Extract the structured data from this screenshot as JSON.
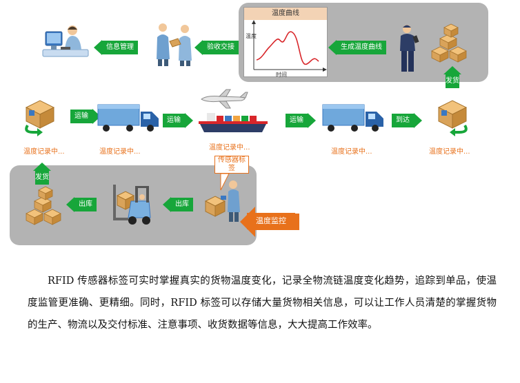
{
  "top_chain": {
    "info_mgmt": "信息管理",
    "accept": "验收交接",
    "gen_curve": "生成温度曲线",
    "ship_up": "发货"
  },
  "chart": {
    "title": "温度曲线",
    "y_label": "温度",
    "x_label": "时间"
  },
  "mid_chain": {
    "transport1": "运输",
    "transport2": "运输",
    "transport3": "运输",
    "arrive": "到达"
  },
  "recording_label": "温度记录中...",
  "bottom_chain": {
    "out1": "出库",
    "out2": "出库",
    "ship_up": "发货",
    "sensor_tag": "传感器标签",
    "monitor": "温度监控"
  },
  "paragraph": "RFID 传感器标签可实时掌握真实的货物温度变化，记录全物流链温度变化趋势，追踪到单品，使温度监管更准确、更精细。同时，RFID 标签可以存储大量货物相关信息，可以让工作人员清楚的掌握货物的生产、物流以及交付标准、注意事项、收货数据等信息，大大提高工作效率。"
}
